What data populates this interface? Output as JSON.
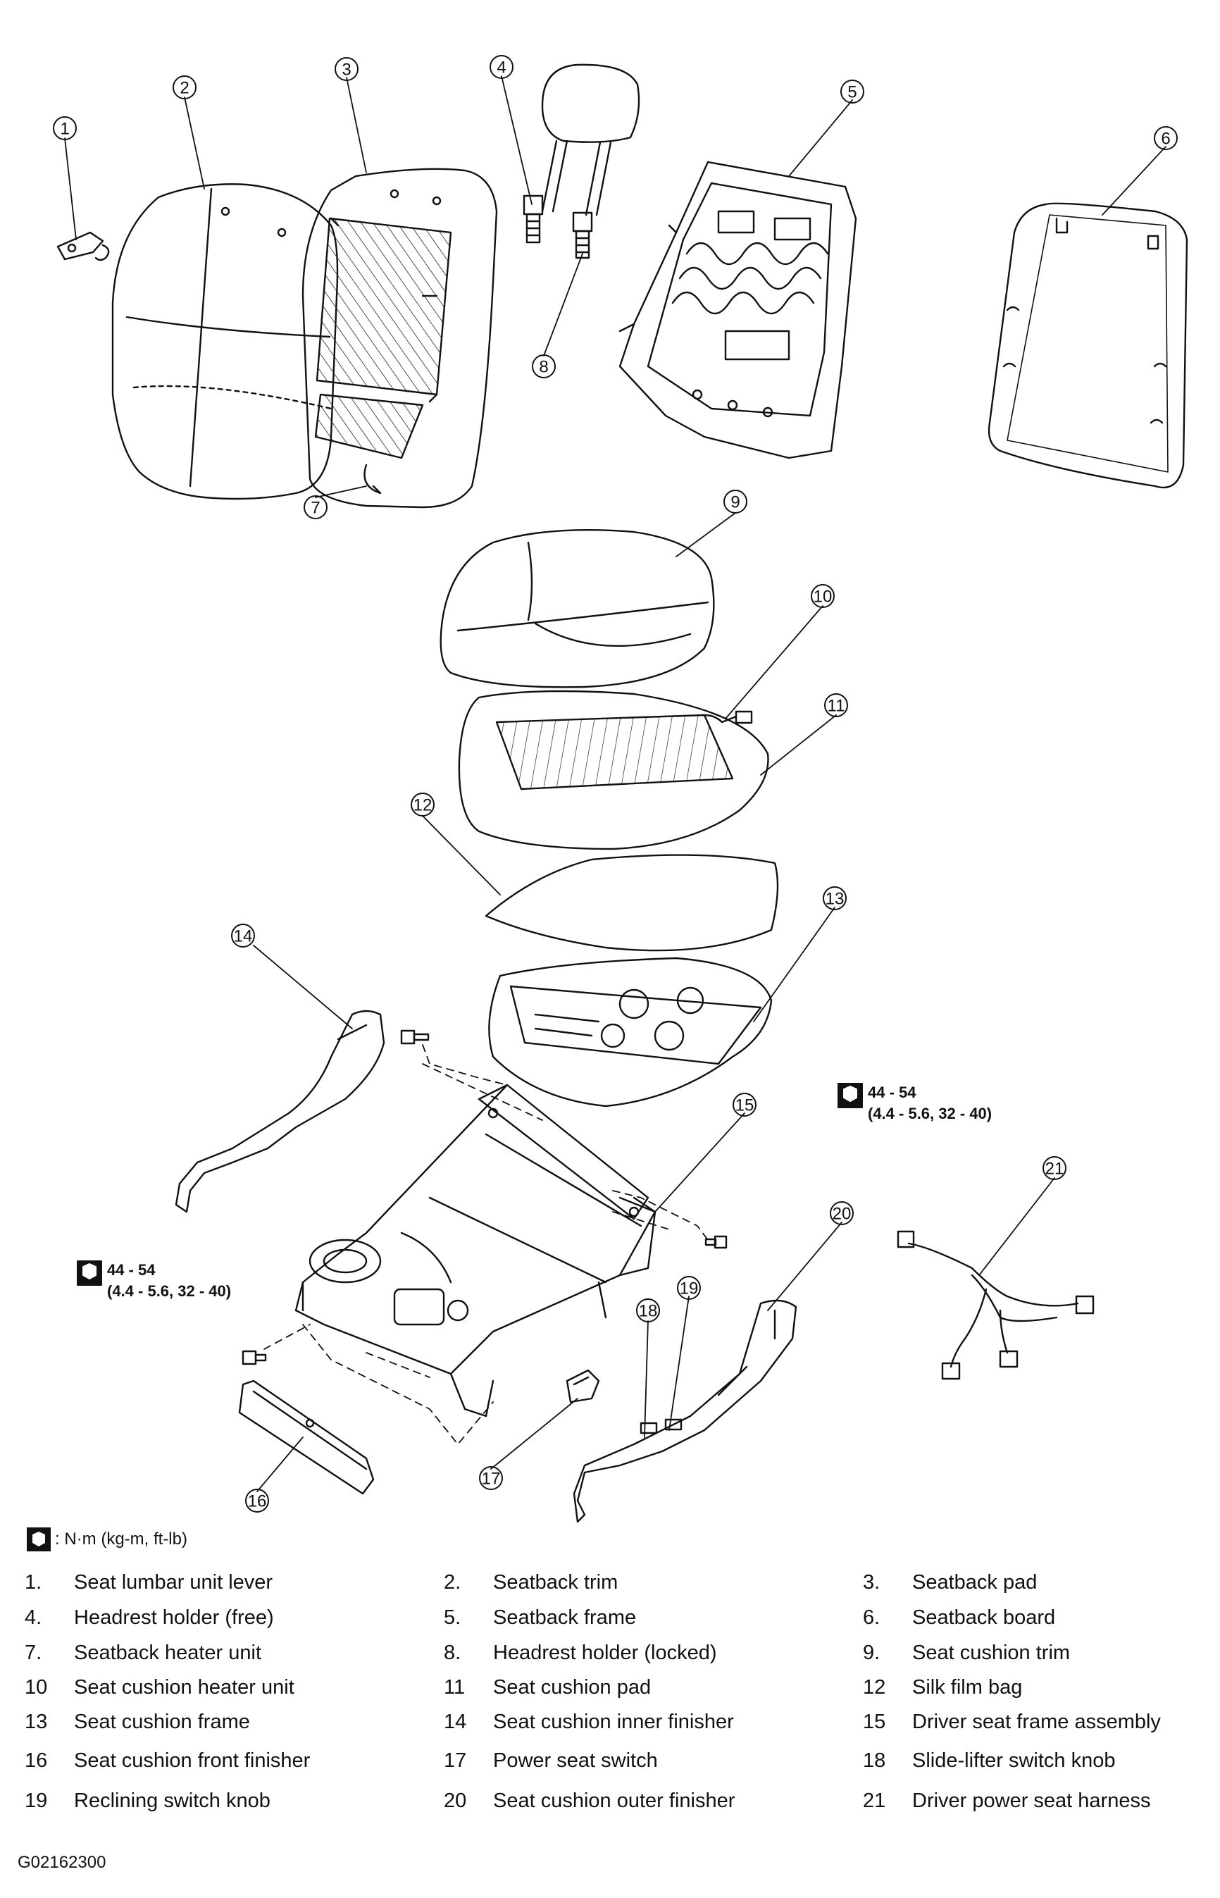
{
  "callouts": [
    "1",
    "2",
    "3",
    "4",
    "5",
    "6",
    "7",
    "8",
    "9",
    "10",
    "11",
    "12",
    "13",
    "14",
    "15",
    "16",
    "17",
    "18",
    "19",
    "20",
    "21"
  ],
  "torque_specs": [
    {
      "line1": "44 - 54",
      "line2": "(4.4 - 5.6, 32 - 40)"
    },
    {
      "line1": "44 - 54",
      "line2": "(4.4 - 5.6, 32 - 40)"
    }
  ],
  "torque_unit": ": N·m (kg-m, ft-lb)",
  "parts": [
    {
      "num": "1.",
      "name": "Seat lumbar unit lever"
    },
    {
      "num": "2.",
      "name": "Seatback trim"
    },
    {
      "num": "3.",
      "name": "Seatback pad"
    },
    {
      "num": "4.",
      "name": "Headrest holder (free)"
    },
    {
      "num": "5.",
      "name": "Seatback frame"
    },
    {
      "num": "6.",
      "name": "Seatback board"
    },
    {
      "num": "7.",
      "name": "Seatback heater unit"
    },
    {
      "num": "8.",
      "name": "Headrest holder (locked)"
    },
    {
      "num": "9.",
      "name": "Seat cushion trim"
    },
    {
      "num": "10",
      "name": "Seat cushion heater unit"
    },
    {
      "num": "11",
      "name": "Seat cushion pad"
    },
    {
      "num": "12",
      "name": "Silk film bag"
    },
    {
      "num": "13",
      "name": "Seat cushion frame"
    },
    {
      "num": "14",
      "name": "Seat cushion inner finisher"
    },
    {
      "num": "15",
      "name": "Driver seat frame assembly"
    },
    {
      "num": "16",
      "name": "Seat cushion front finisher"
    },
    {
      "num": "17",
      "name": "Power seat switch"
    },
    {
      "num": "18",
      "name": "Slide-lifter switch knob"
    },
    {
      "num": "19",
      "name": "Reclining switch knob"
    },
    {
      "num": "20",
      "name": "Seat cushion outer finisher"
    },
    {
      "num": "21",
      "name": "Driver power seat harness"
    }
  ],
  "figure_id": "G02162300"
}
